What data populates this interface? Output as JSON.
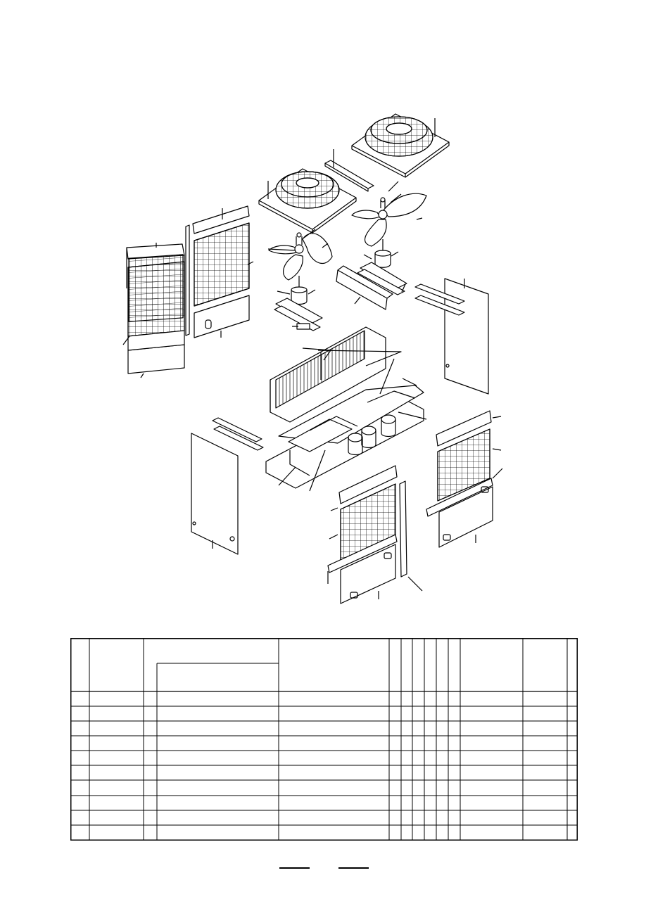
{
  "page": {
    "type": "exploded-parts-list",
    "visible_text": []
  },
  "diagram": {
    "description_hidden": true,
    "assemblies": [
      "fan-guard-left",
      "fan-guard-right",
      "fan-left",
      "fan-right",
      "fan-motor-left",
      "fan-motor-right",
      "front-panel-left",
      "front-panel-right",
      "side-panel-left",
      "side-panel-right",
      "heat-exchanger",
      "compressor-unit",
      "base",
      "service-panel-front",
      "service-panel-right",
      "support-post"
    ]
  },
  "table": {
    "header_rows": 1,
    "body_rows": 10,
    "cells_empty": true
  }
}
